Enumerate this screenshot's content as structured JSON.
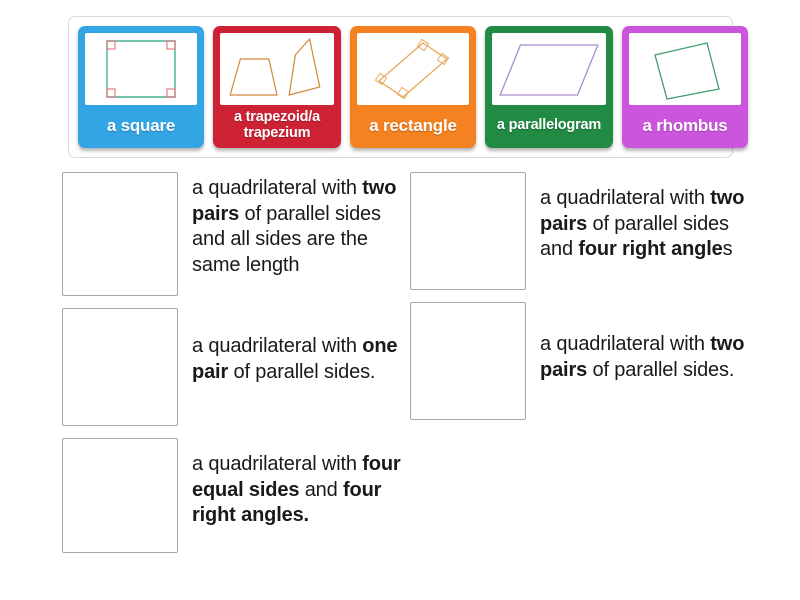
{
  "tray": {
    "tiles": [
      {
        "label": "a square",
        "color": "#33a5e5",
        "shape": "square",
        "shape_stroke": "#49b094",
        "marker_stroke": "#e06666",
        "label_size": "large"
      },
      {
        "label": "a trapezoid/a trapezium",
        "color": "#cc2233",
        "shape": "trapezoids",
        "shape_stroke": "#d08a3a",
        "marker_stroke": "",
        "label_size": "small"
      },
      {
        "label": "a rectangle",
        "color": "#f58220",
        "shape": "rectangle-tilted",
        "shape_stroke": "#e8a95c",
        "marker_stroke": "#e8a95c",
        "label_size": "large"
      },
      {
        "label": "a parallelogram",
        "color": "#218a43",
        "shape": "parallelogram",
        "shape_stroke": "#a98fd0",
        "marker_stroke": "",
        "label_size": "small"
      },
      {
        "label": "a rhombus",
        "color": "#cc55dd",
        "shape": "rhombus",
        "shape_stroke": "#3f9e6e",
        "marker_stroke": "",
        "label_size": "large"
      }
    ]
  },
  "answers": {
    "left": [
      {
        "parts": [
          {
            "text": "a quadrilateral with ",
            "bold": false
          },
          {
            "text": "two pairs",
            "bold": true
          },
          {
            "text": " of parallel sides and all sides are the same length",
            "bold": false
          }
        ]
      },
      {
        "parts": [
          {
            "text": "a quadrilateral with ",
            "bold": false
          },
          {
            "text": "one pair",
            "bold": true
          },
          {
            "text": " of parallel sides.",
            "bold": false
          }
        ]
      },
      {
        "parts": [
          {
            "text": "a quadrilateral with ",
            "bold": false
          },
          {
            "text": "four equal sides",
            "bold": true
          },
          {
            "text": " and ",
            "bold": false
          },
          {
            "text": "four right angles.",
            "bold": true
          }
        ]
      }
    ],
    "right": [
      {
        "parts": [
          {
            "text": "a quadrilateral with ",
            "bold": false
          },
          {
            "text": "two pairs",
            "bold": true
          },
          {
            "text": " of parallel sides and ",
            "bold": false
          },
          {
            "text": "four right angle",
            "bold": true
          },
          {
            "text": "s",
            "bold": false
          }
        ]
      },
      {
        "parts": [
          {
            "text": "a quadrilateral with ",
            "bold": false
          },
          {
            "text": "two pairs",
            "bold": true
          },
          {
            "text": " of parallel sides.",
            "bold": false
          }
        ]
      }
    ]
  }
}
